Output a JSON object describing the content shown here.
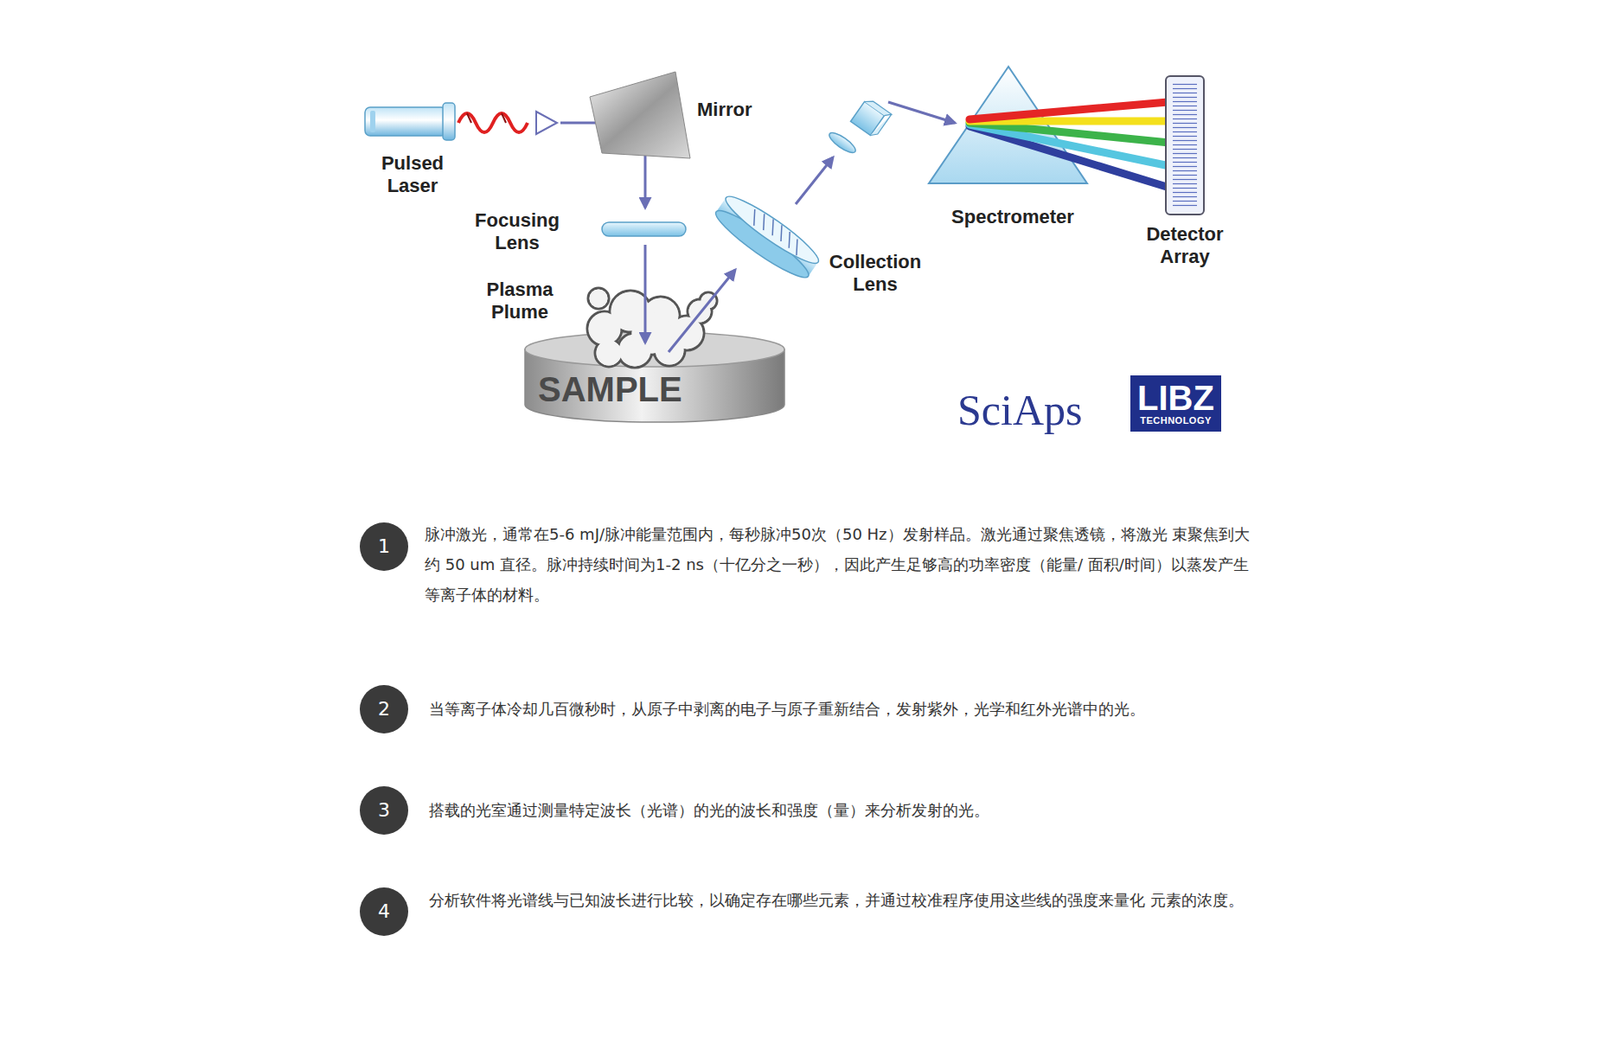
{
  "diagram": {
    "nodes": [
      {
        "text": [
          "SAMPLE"
        ]
      },
      {
        "text": [
          "LIBZ",
          "TECHNOLOGY"
        ]
      },
      {
        "text": [
          "1"
        ]
      },
      {
        "text": [
          "2"
        ]
      },
      {
        "text": [
          "3"
        ]
      },
      {
        "text": [
          "4"
        ]
      }
    ],
    "labels": [
      "Pulsed Laser",
      "Mirror",
      "Focusing Lens",
      "Plasma Plume",
      "Collection Lens",
      "Spectrometer",
      "Detector Array",
      "SciAps",
      "脉冲激光，通常在5-6 mJ/脉冲能量范围内，每秒脉冲50次（50 Hz）发射样品。激光通过聚焦透镜，将激光 束聚焦到大约 50 um 直径。脉冲持续时间为1-2 ns（十亿分之一秒），因此产生足够高的功率密度（能量/ 面积/时间）以蒸发产生等离子体的材料。",
      "当等离子体冷却几百微秒时，从原子中剥离的电子与原子重新结合，发射紫外，光学和红外光谱中的光。",
      "搭载的光室通过测量特定波长（光谱）的光的波长和强度（量）来分析发射的光。",
      "分析软件将光谱线与已知波长进行比较，以确定存在哪些元素，并通过校准程序使用这些线的强度来量化 元素的浓度。"
    ]
  }
}
